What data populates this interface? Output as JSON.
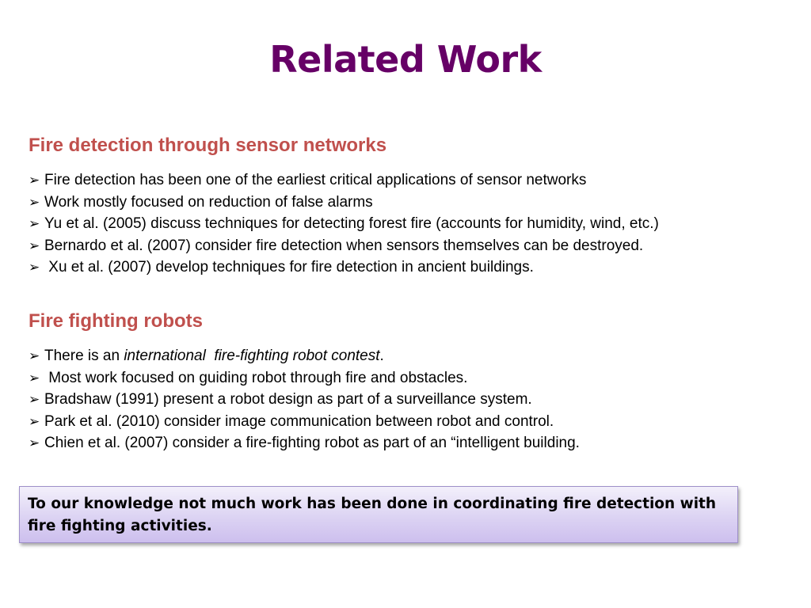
{
  "slide": {
    "title": "Related Work",
    "bullet_glyph": "➢",
    "sections": [
      {
        "heading": "Fire detection through sensor networks",
        "bullets": [
          "Fire detection has been one of the earliest critical applications of sensor networks",
          "Work mostly focused on reduction of false alarms",
          "Yu et al. (2005) discuss techniques for detecting forest fire (accounts for humidity, wind, etc.)",
          "Bernardo et al. (2007) consider fire detection when sensors themselves can be destroyed.",
          " Xu et al. (2007) develop techniques for fire detection in ancient buildings."
        ]
      },
      {
        "heading": "Fire fighting robots",
        "bullet_first": {
          "prefix": "There is an ",
          "emphasis": "international  fire-fighting robot contest",
          "suffix": "."
        },
        "bullets": [
          " Most work focused on guiding robot through fire and obstacles.",
          "Bradshaw (1991) present a robot design as part of a surveillance system.",
          "Park et al. (2010) consider image communication between robot and control.",
          "Chien et al. (2007) consider a fire-fighting robot as part of an “intelligent building."
        ]
      }
    ],
    "callout": "To our knowledge not much work has been done in coordinating fire detection with fire fighting activities."
  },
  "colors": {
    "title": "#660066",
    "heading": "#c0504d",
    "callout_border": "#9e8fc9",
    "callout_fill": "#dcd3f3"
  },
  "icons": {
    "bullet": "arrowhead-bullet-icon"
  }
}
